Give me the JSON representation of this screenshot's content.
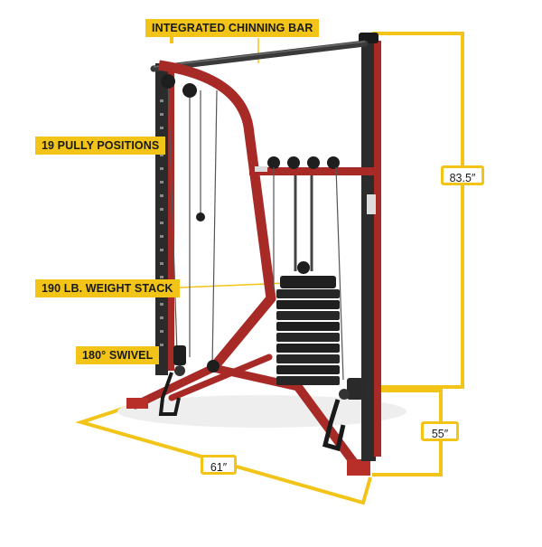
{
  "callouts": {
    "chinning_bar": "INTEGRATED CHINNING BAR",
    "pulley_positions": "19 PULLY POSITIONS",
    "weight_stack": "190 LB. WEIGHT STACK",
    "swivel": "180° SWIVEL"
  },
  "dimensions": {
    "height": "83.5″",
    "depth": "55″",
    "width": "61″"
  },
  "colors": {
    "callout_yellow": "#f2c418",
    "frame_red": "#a82a26",
    "frame_dark": "#2b2b2b",
    "weight_black": "#1f1f1f"
  }
}
